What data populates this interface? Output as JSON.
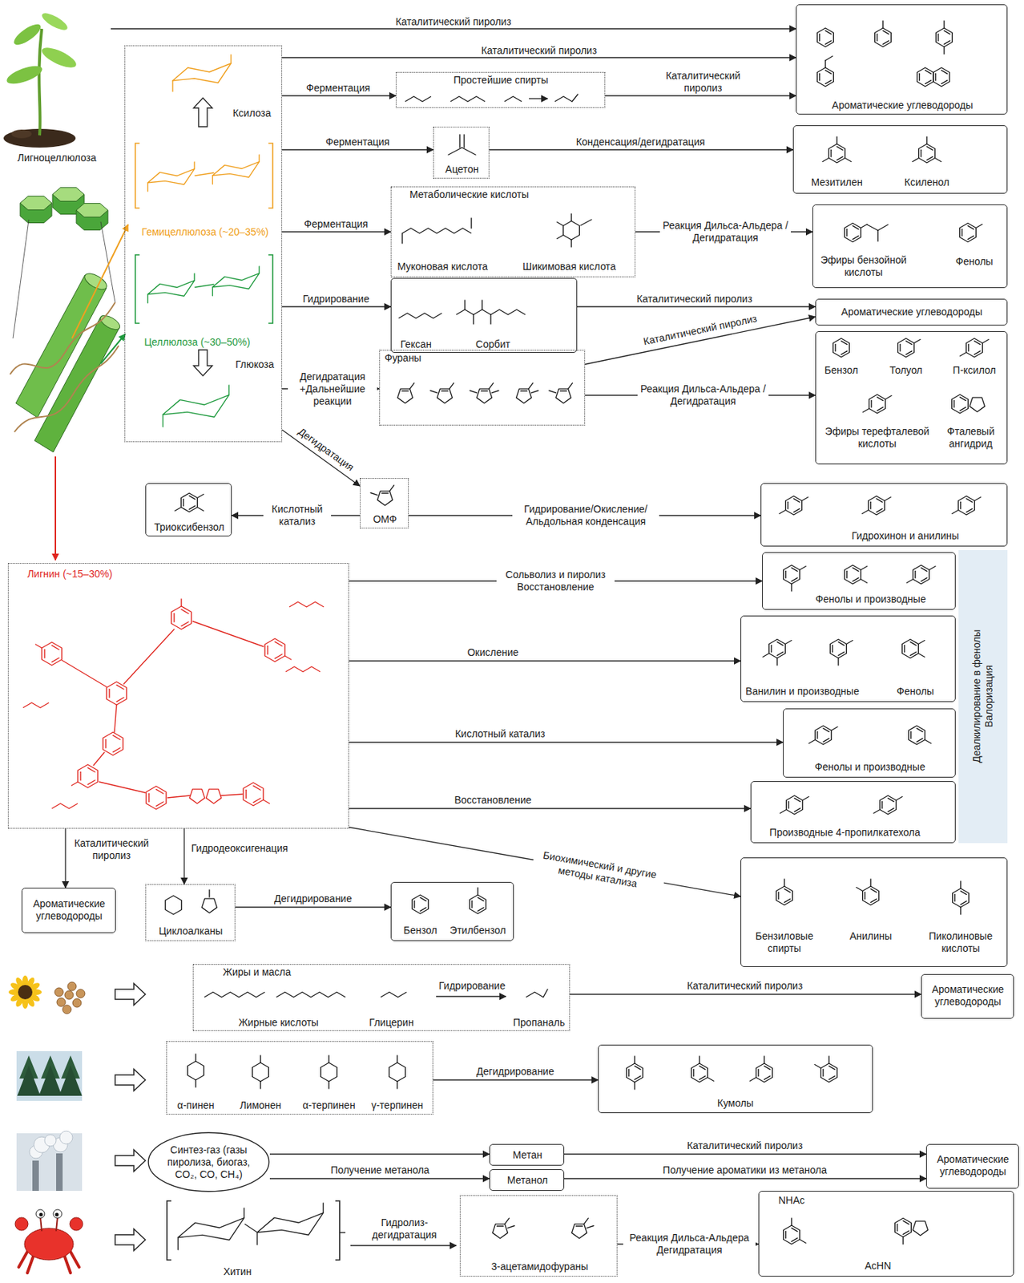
{
  "diagram": {
    "nodes": [
      {
        "text": [
          "Лигноцеллюлоза"
        ]
      },
      {
        "text": [
          "Ксилоза",
          "Гемицеллюлоза (~20–35%)",
          "Целлюлоза (~30–50%)",
          "Глюкоза"
        ]
      },
      {
        "text": [
          "Простейшие спирты"
        ]
      },
      {
        "text": [
          "Ароматические углеводороды"
        ]
      },
      {
        "text": [
          "Ацетон"
        ]
      },
      {
        "text": [
          "Мезитилен",
          "Ксиленол"
        ]
      },
      {
        "text": [
          "Метаболические кислоты",
          "Муконовая кислота",
          "Шикимовая кислота"
        ]
      },
      {
        "text": [
          "Эфиры бензойной кислоты",
          "Фенолы"
        ]
      },
      {
        "text": [
          "Гексан",
          "Сорбит"
        ]
      },
      {
        "text": [
          "Ароматические углеводороды"
        ]
      },
      {
        "text": [
          "Фураны"
        ]
      },
      {
        "text": [
          "Бензол",
          "Толуол",
          "П-ксилол",
          "Эфиры терефталевой кислоты",
          "Фталевый ангидрид"
        ]
      },
      {
        "text": [
          "Триоксибензол"
        ]
      },
      {
        "text": [
          "ОМФ"
        ]
      },
      {
        "text": [
          "Гидрохинон и анилины"
        ]
      },
      {
        "text": [
          "Лигнин (~15–30%)"
        ]
      },
      {
        "text": [
          "Фенолы и производные"
        ]
      },
      {
        "text": [
          "Ванилин и производные",
          "Фенолы"
        ]
      },
      {
        "text": [
          "Фенолы и производные"
        ]
      },
      {
        "text": [
          "Производные 4-пропилкатехола"
        ]
      },
      {
        "text": [
          "Деалкилирование в фенолы Валоризация"
        ]
      },
      {
        "text": [
          "Ароматические углеводороды"
        ]
      },
      {
        "text": [
          "Циклоалканы"
        ]
      },
      {
        "text": [
          "Бензол",
          "Этилбензол"
        ]
      },
      {
        "text": [
          "Бензиловые спирты",
          "Анилины",
          "Пиколиновые кислоты"
        ]
      },
      {
        "text": [
          "Жиры и масла",
          "Жирные кислоты",
          "Глицерин",
          "Пропаналь"
        ]
      },
      {
        "text": [
          "Ароматические углеводороды"
        ]
      },
      {
        "text": [
          "α-пинен",
          "Лимонен",
          "α-терпинен",
          "γ-терпинен"
        ]
      },
      {
        "text": [
          "Кумолы"
        ]
      },
      {
        "text": [
          "Синтез-газ (газы пиролиза, биогаз, CO₂, CO, CH₄)"
        ]
      },
      {
        "text": [
          "Метан"
        ]
      },
      {
        "text": [
          "Метанол"
        ]
      },
      {
        "text": [
          "Ароматические углеводороды"
        ]
      },
      {
        "text": [
          "3-ацетамидофураны"
        ]
      },
      {
        "text": [
          "NHAc",
          "AcHN"
        ]
      }
    ],
    "edges": [
      {
        "from": 0,
        "to": 3,
        "label": "Каталитический пиролиз",
        "arrow": "to"
      },
      {
        "from": 1,
        "to": 3,
        "label": "Каталитический пиролиз",
        "arrow": "to"
      },
      {
        "from": 1,
        "to": 2,
        "label": "Ферментация",
        "arrow": "to"
      },
      {
        "from": 2,
        "to": 3,
        "label": "Каталитический пиролиз",
        "arrow": "to"
      },
      {
        "from": 1,
        "to": 4,
        "label": "Ферментация",
        "arrow": "to"
      },
      {
        "from": 4,
        "to": 5,
        "label": "Конденсация/дегидратация",
        "arrow": "to"
      },
      {
        "from": 1,
        "to": 6,
        "label": "Ферментация",
        "arrow": "to"
      },
      {
        "from": 6,
        "to": 7,
        "label": "Реакция Дильса-Альдера /Дегидратация",
        "arrow": "to"
      },
      {
        "from": 1,
        "to": 8,
        "label": "Гидрирование",
        "arrow": "to"
      },
      {
        "from": 8,
        "to": 9,
        "label": "Каталитический пиролиз",
        "arrow": "to"
      },
      {
        "from": 10,
        "to": 9,
        "label": "Каталитический пиролиз",
        "arrow": "to"
      },
      {
        "from": 1,
        "to": 10,
        "label": "Дегидратация +Дальнейшие реакции",
        "arrow": "to"
      },
      {
        "from": 10,
        "to": 11,
        "label": "Реакция Дильса-Альдера /Дегидратация",
        "arrow": "to"
      },
      {
        "from": 1,
        "to": 13,
        "label": "Дегидратация",
        "arrow": "to"
      },
      {
        "from": 13,
        "to": 12,
        "label": "Кислотный катализ",
        "arrow": "to"
      },
      {
        "from": 13,
        "to": 14,
        "label": "Гидрирование/Окисление/ Альдольная конденсация",
        "arrow": "to"
      },
      {
        "from": 15,
        "to": 16,
        "label": "Сольволиз и пиролиз Восстановление",
        "arrow": "to"
      },
      {
        "from": 15,
        "to": 17,
        "label": "Окисление",
        "arrow": "to"
      },
      {
        "from": 15,
        "to": 18,
        "label": "Кислотный катализ",
        "arrow": "to"
      },
      {
        "from": 15,
        "to": 19,
        "label": "Восстановление",
        "arrow": "to"
      },
      {
        "from": 15,
        "to": 21,
        "label": "Каталитический пиролиз",
        "arrow": "to"
      },
      {
        "from": 15,
        "to": 22,
        "label": "Гидродеоксигенация",
        "arrow": "to"
      },
      {
        "from": 15,
        "to": 24,
        "label": "Биохимический и другие методы катализа",
        "arrow": "to"
      },
      {
        "from": 22,
        "to": 23,
        "label": "Дегидрирование",
        "arrow": "to"
      },
      {
        "from": 25,
        "to": 26,
        "label": "Каталитический пиролиз",
        "arrow": "to"
      },
      {
        "from": 27,
        "to": 28,
        "label": "Дегидрирование",
        "arrow": "to"
      },
      {
        "from": 29,
        "to": 30,
        "arrow": "to"
      },
      {
        "from": 29,
        "to": 31,
        "label": "Получение метанола",
        "arrow": "to"
      },
      {
        "from": 30,
        "to": 32,
        "label": "Каталитический пиролиз",
        "arrow": "to"
      },
      {
        "from": 31,
        "to": 32,
        "label": "Получение ароматики из метанола",
        "arrow": "to"
      },
      {
        "from": 33,
        "to": 34,
        "label": "Реакция Дильса-Альдера Дегидратация",
        "arrow": "to"
      }
    ],
    "labels": [
      "Гидрирование",
      "Гидролиз-дегидратация",
      "Хитин"
    ]
  }
}
